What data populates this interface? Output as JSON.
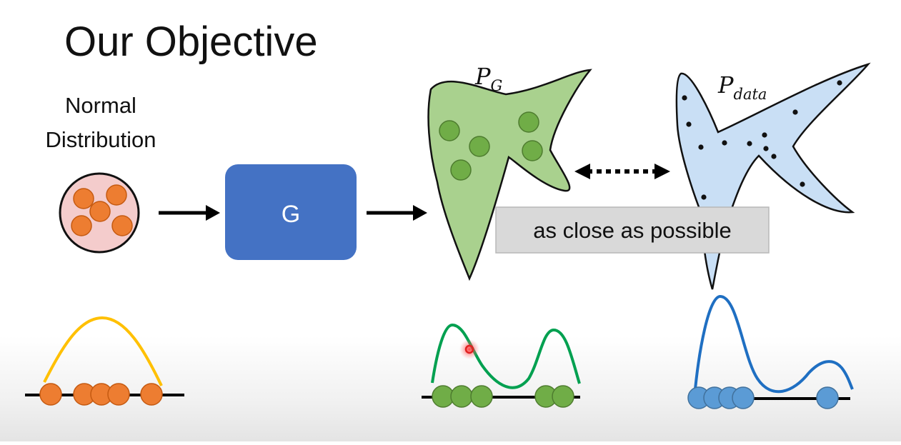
{
  "slide": {
    "title": "Our Objective",
    "input_label_line1": "Normal",
    "input_label_line2": "Distribution",
    "generator_label": "G",
    "pg_label_main": "P",
    "pg_label_sub": "G",
    "pdata_label_main": "P",
    "pdata_label_sub": "data",
    "close_label": "as close as possible"
  },
  "colors": {
    "generator_box": "#4472c4",
    "normal_circle_fill": "#f4cccc",
    "normal_dots": "#ed7d31",
    "pg_shape_fill": "#a9d18e",
    "pg_dots": "#70ad47",
    "pdata_shape_fill": "#c9dff5",
    "pdata_dots": "#111111",
    "normal_curve": "#ffc000",
    "pg_curve": "#00a050",
    "pdata_curve": "#1f6fc2",
    "pdata_points": "#5b9bd5",
    "close_box": "#d9d9d9",
    "cursor_highlight": "#e02020"
  }
}
